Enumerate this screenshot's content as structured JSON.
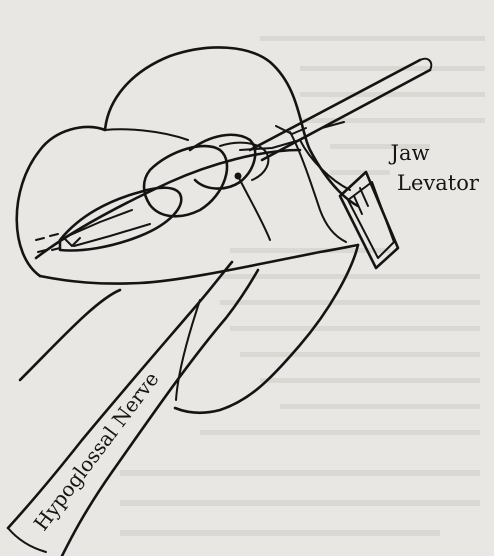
{
  "labels": {
    "jaw_levator": [
      "Jaw",
      "Levator"
    ],
    "nerve": "Hypoglossal Nerve"
  },
  "colors": {
    "paper": "#e9e7e3",
    "ink": "#141414",
    "show_through": "#cfcbc5"
  }
}
